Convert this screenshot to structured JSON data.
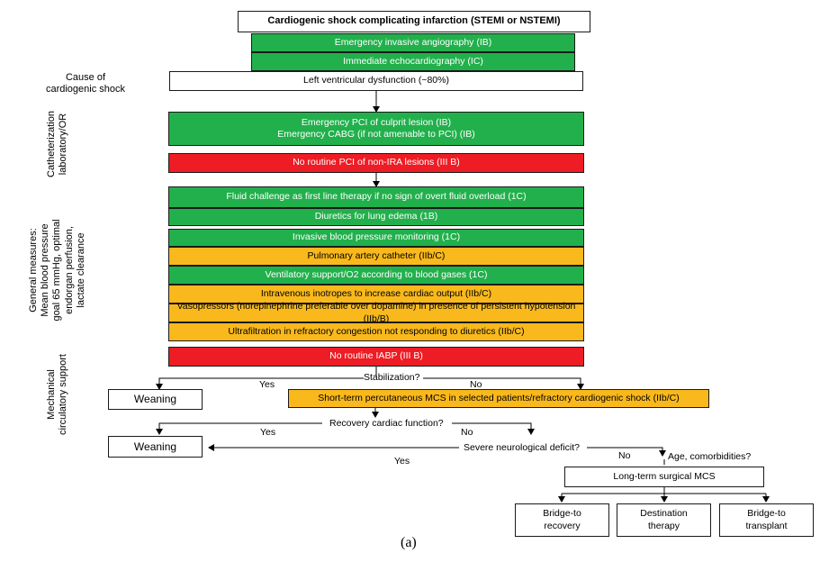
{
  "boxes": {
    "title": "Cardiogenic shock complicating infarction (STEMI or NSTEMI)",
    "angio": "Emergency invasive angiography (IB)",
    "echo": "Immediate echocardiography (IC)",
    "lv": "Left ventricular dysfunction (~80%)",
    "pci_1": "Emergency PCI of culprit lesion (IB)",
    "pci_2": "Emergency CABG (if not amenable to PCI) (IB)",
    "no_pci": "No routine PCI of non-IRA lesions (III B)",
    "fluid": "Fluid challenge as first line therapy if no sign of overt fluid overload (1C)",
    "diuretics": "Diuretics for lung edema (1B)",
    "invasive_bp": "Invasive blood pressure monitoring (1C)",
    "pulmonary": "Pulmonary artery catheter (IIb/C)",
    "ventilatory": "Ventilatory support/O2 according to blood gases (1C)",
    "inotropes": "Intravenous inotropes to increase cardiac output (IIb/C)",
    "vasopressors": "Vasopressors (norepinephrine preferable over dopamine) in presence of persistent hypotension (IIb/B)",
    "ultrafiltration": "Ultrafiltration in refractory congestion not responding to diuretics (IIb/C)",
    "no_iabp": "No routine IABP (III B)",
    "weaning_1": "Weaning",
    "short_mcs": "Short-term percutaneous MCS in selected patients/refractory cardiogenic shock (IIb/C)",
    "weaning_2": "Weaning",
    "long_mcs": "Long-term surgical MCS",
    "bridge_recovery": "Bridge-to\nrecovery",
    "destination": "Destination\ntherapy",
    "bridge_transplant": "Bridge-to\ntransplant"
  },
  "decisions": {
    "stabilization": "Stabilization?",
    "recovery": "Recovery cardiac function?",
    "neuro": "Severe neurological deficit?",
    "age": "Age, comorbidities?"
  },
  "branches": {
    "yes_1": "Yes",
    "no_1": "No",
    "yes_2": "Yes",
    "no_2": "No",
    "yes_3": "Yes",
    "no_3": "No"
  },
  "side_labels": {
    "cause": "Cause of\ncardiogenic shock",
    "cath": "Catheterization\nlaboratory/OR",
    "general": "General measures:\nMean blood pressure\ngoal 65 mmHg, optimal\nendorgan perfusion,\nlactate clearance",
    "mechanical": "Mechanical\ncirculatory support"
  },
  "caption": "(a)",
  "colors": {
    "green": "#22b04c",
    "red": "#ee1c24",
    "orange": "#f9b91c",
    "white": "#ffffff"
  }
}
